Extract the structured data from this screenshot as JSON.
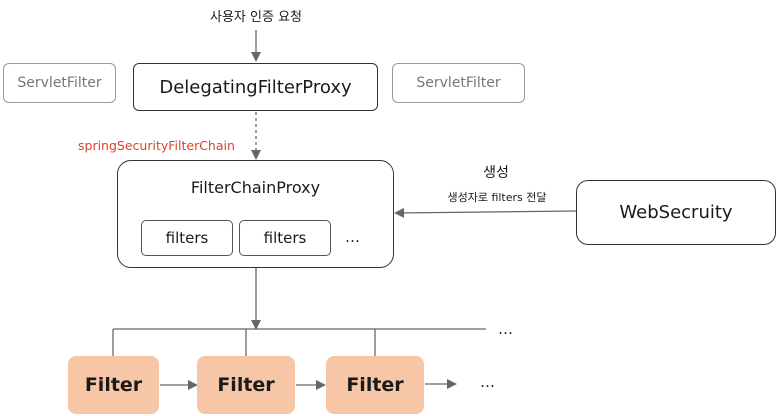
{
  "labels": {
    "request": "사용자 인증 요청",
    "servlet_filter_left": "ServletFilter",
    "delegating_proxy": "DelegatingFilterProxy",
    "servlet_filter_right": "ServletFilter",
    "chain_name": "springSecurityFilterChain",
    "filter_chain_proxy": "FilterChainProxy",
    "filters_1": "filters",
    "filters_2": "filters",
    "filters_more": "…",
    "create": "생성",
    "create_sub": "생성자로 filters 전달",
    "web_security": "WebSecruity",
    "bus_more": "…",
    "filter_1": "Filter",
    "filter_2": "Filter",
    "filter_3": "Filter",
    "filter_more": "…"
  },
  "colors": {
    "chain_name": "#d9432f",
    "filter_fill": "#f6c6a6",
    "arrow": "#666666"
  }
}
